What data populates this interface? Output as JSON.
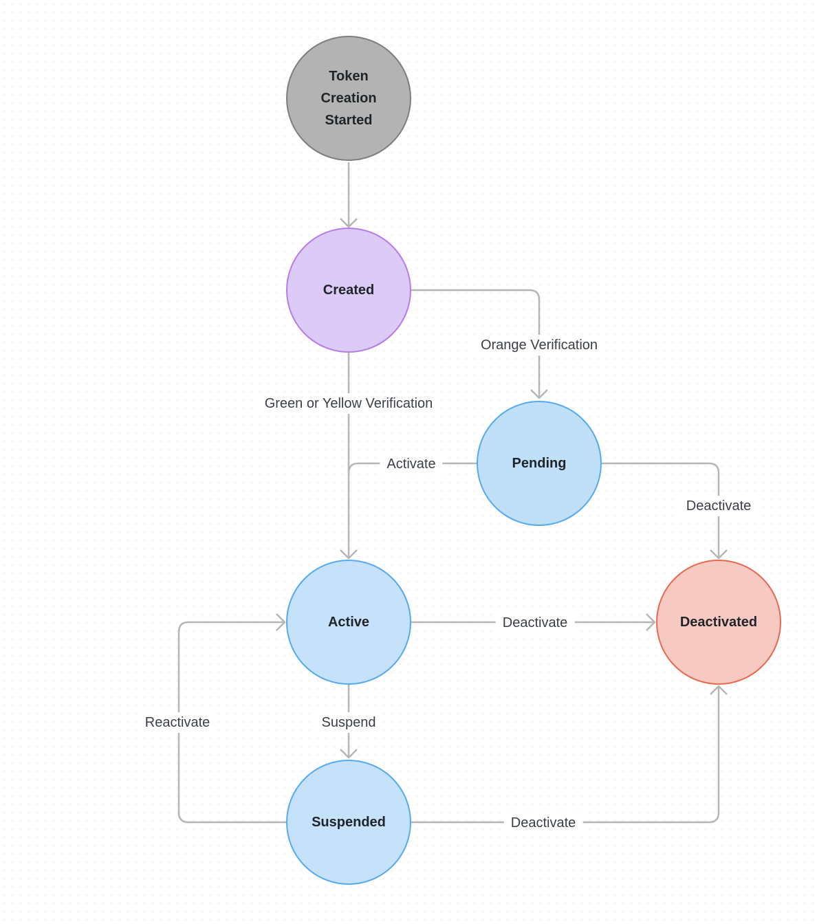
{
  "diagram": {
    "type": "state-diagram",
    "nodes": [
      {
        "id": "token-creation-started",
        "label": "Token Creation Started",
        "fill": "#b3b3b3",
        "border": "#7d7d7d"
      },
      {
        "id": "created",
        "label": "Created",
        "fill": "#dccbf7",
        "border": "#b87ae9"
      },
      {
        "id": "pending",
        "label": "Pending",
        "fill": "#c0e0fa",
        "border": "#55a9ef"
      },
      {
        "id": "active",
        "label": "Active",
        "fill": "#c6e2fa",
        "border": "#55a9ef"
      },
      {
        "id": "deactivated",
        "label": "Deactivated",
        "fill": "#f7c9c3",
        "border": "#e8684d"
      },
      {
        "id": "suspended",
        "label": "Suspended",
        "fill": "#c6e2fa",
        "border": "#55a9ef"
      }
    ],
    "edges": [
      {
        "from": "token-creation-started",
        "to": "created",
        "label": ""
      },
      {
        "from": "created",
        "to": "pending",
        "label": "Orange Verification"
      },
      {
        "from": "created",
        "to": "active",
        "label": "Green or Yellow Verification"
      },
      {
        "from": "pending",
        "to": "active",
        "label": "Activate"
      },
      {
        "from": "pending",
        "to": "deactivated",
        "label": "Deactivate"
      },
      {
        "from": "active",
        "to": "deactivated",
        "label": "Deactivate"
      },
      {
        "from": "active",
        "to": "suspended",
        "label": "Suspend"
      },
      {
        "from": "suspended",
        "to": "active",
        "label": "Reactivate"
      },
      {
        "from": "suspended",
        "to": "deactivated",
        "label": "Deactivate"
      }
    ],
    "colors": {
      "edge": "#b6b6b6",
      "label_text": "#3a3f45",
      "node_text": "#1f2428",
      "background": "#ffffff"
    }
  }
}
